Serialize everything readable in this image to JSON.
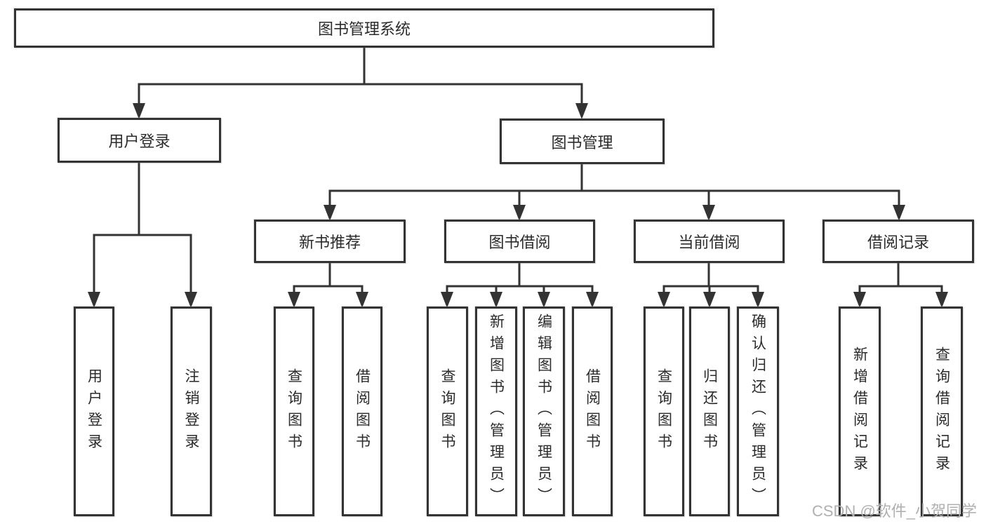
{
  "diagram": {
    "root": "图书管理系统",
    "branches": [
      {
        "label": "用户登录",
        "children": [
          "用户登录",
          "注销登录"
        ]
      },
      {
        "label": "图书管理",
        "children": [
          {
            "label": "新书推荐",
            "children": [
              "查询图书",
              "借阅图书"
            ]
          },
          {
            "label": "图书借阅",
            "children": [
              "查询图书",
              "新增图书（管理员）",
              "编辑图书（管理员）",
              "借阅图书"
            ]
          },
          {
            "label": "当前借阅",
            "children": [
              "查询图书",
              "归还图书",
              "确认归还（管理员）"
            ]
          },
          {
            "label": "借阅记录",
            "children": [
              "新增借阅记录",
              "查询借阅记录"
            ]
          }
        ]
      }
    ]
  },
  "watermark": {
    "text": "CSDN @软件_小贺同学"
  },
  "colors": {
    "line": "#333333",
    "box_border": "#333333",
    "text": "#2b2b2b",
    "watermark": "#b0b0b0",
    "background": "#ffffff"
  }
}
